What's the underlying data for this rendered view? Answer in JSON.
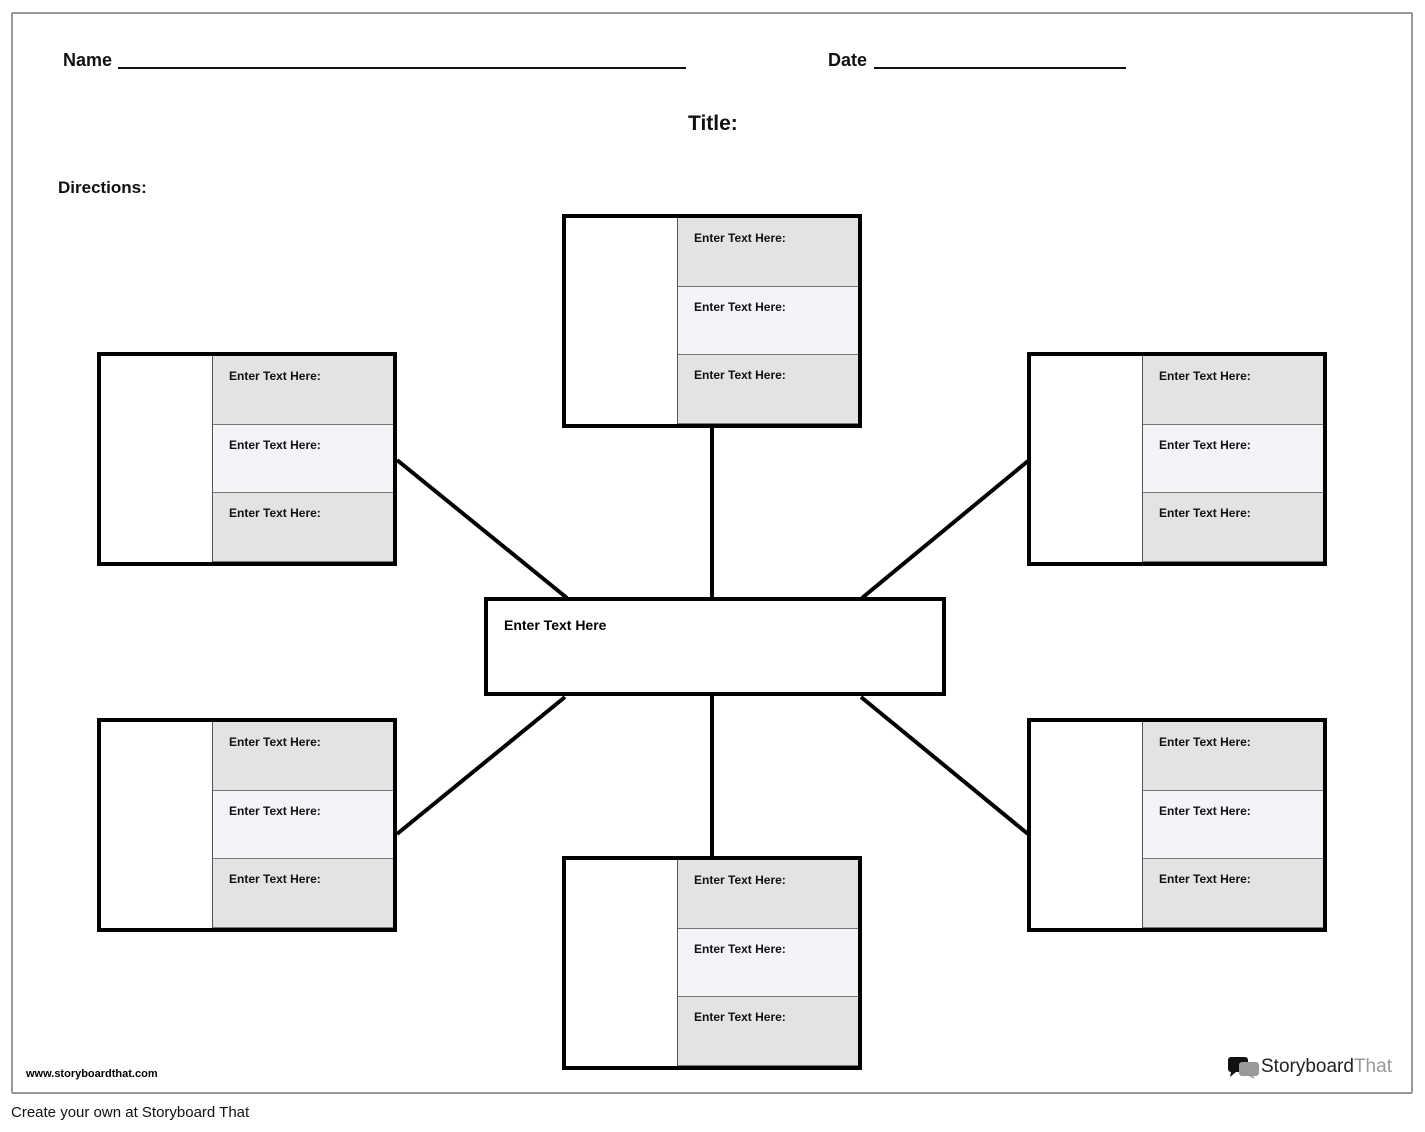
{
  "header": {
    "name_label": "Name",
    "date_label": "Date",
    "title_label": "Title:",
    "directions_label": "Directions:"
  },
  "center": {
    "text": "Enter Text Here"
  },
  "boxes": [
    {
      "rows": [
        "Enter Text Here:",
        "Enter Text Here:",
        "Enter Text Here:"
      ]
    },
    {
      "rows": [
        "Enter Text Here:",
        "Enter Text Here:",
        "Enter Text Here:"
      ]
    },
    {
      "rows": [
        "Enter Text Here:",
        "Enter Text Here:",
        "Enter Text Here:"
      ]
    },
    {
      "rows": [
        "Enter Text Here:",
        "Enter Text Here:",
        "Enter Text Here:"
      ]
    },
    {
      "rows": [
        "Enter Text Here:",
        "Enter Text Here:",
        "Enter Text Here:"
      ]
    },
    {
      "rows": [
        "Enter Text Here:",
        "Enter Text Here:",
        "Enter Text Here:"
      ]
    }
  ],
  "row_colors": [
    "#e3e3e3",
    "#f3f4f8",
    "#e3e3e3"
  ],
  "site": "www.storyboardthat.com",
  "logo": {
    "part1": "Storyboard",
    "part2": "That"
  },
  "footer": "Create your own at Storyboard That"
}
